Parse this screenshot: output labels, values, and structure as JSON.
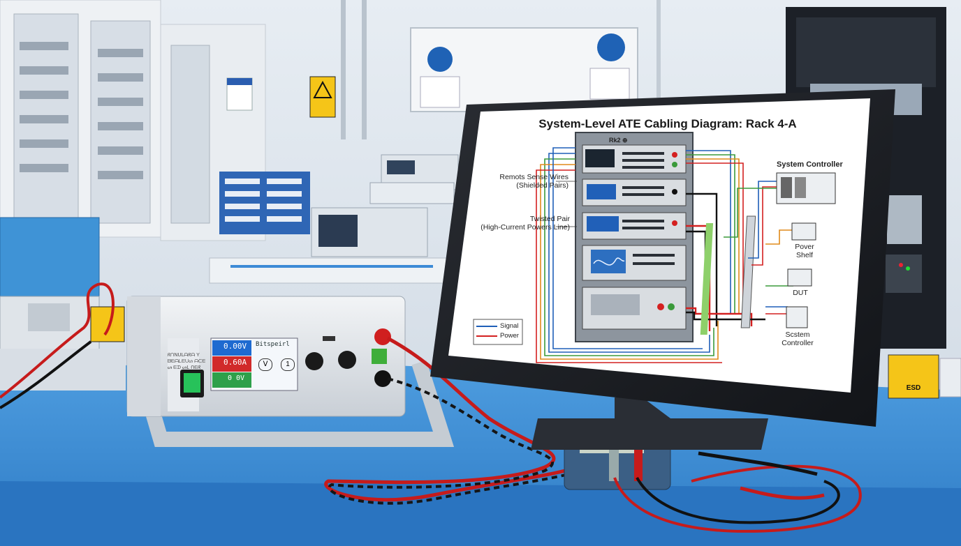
{
  "diagram": {
    "title": "System-Level ATE Cabling Diagram: Rack 4-A",
    "annotations": {
      "remote_sense": [
        "Remots Sense Wires",
        "(Shielded Pairs)"
      ],
      "twisted_pair": [
        "Twisted Pair",
        "(High-Current Powers Line)"
      ]
    },
    "right_devices": {
      "system_controller": "System Controller",
      "power_shelf": [
        "Pover",
        "Shelf"
      ],
      "dut": "DUT",
      "system_controller_2": [
        "Sсstem",
        "Controller"
      ]
    },
    "legend": {
      "signal": "Signal",
      "power": "Power"
    },
    "rack_label": "Rk2 ⊕",
    "wire_colors": {
      "signal": "#1f5fb8",
      "power": "#d42020",
      "green": "#3a9a3a",
      "orange": "#e08a1a",
      "black": "#111111"
    }
  },
  "power_supply": {
    "voltage": "0.00V",
    "current": "0.60A",
    "power": "0 0V",
    "mode": "Bitspeirl",
    "side_text": [
      "ᖇᑎNᑌᒪᗩᖇᗩ Y",
      "ᗷᗴᗩᒪᗴᑌᔕ ᗩᑕᗴ",
      "ᔕ ᗴᗪ ᔕᒪ ᑎᗴᖇ"
    ],
    "btn_labels": [
      "ᐯ",
      "1"
    ]
  },
  "signs": {
    "esd": "ESD"
  }
}
